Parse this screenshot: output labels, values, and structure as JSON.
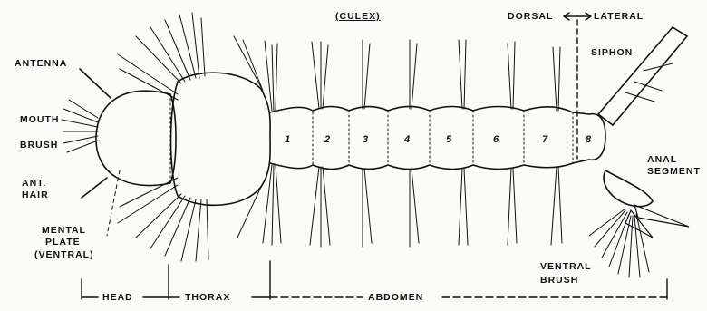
{
  "title": "(CULEX)",
  "labels": {
    "antenna": "ANTENNA",
    "mouth": "MOUTH",
    "brush": "BRUSH",
    "ant": "ANT.",
    "hair": "HAIR",
    "mental": "MENTAL",
    "plate": "PLATE",
    "ventral_paren": "(VENTRAL)",
    "dorsal": "DORSAL",
    "lateral": "LATERAL",
    "siphon": "SIPHON-",
    "anal": "ANAL",
    "segment": "SEGMENT",
    "ventral": "VENTRAL",
    "brush2": "BRUSH"
  },
  "regions": {
    "head": "HEAD",
    "thorax": "THORAX",
    "abdomen": "ABDOMEN"
  },
  "segments": [
    "1",
    "2",
    "3",
    "4",
    "5",
    "6",
    "7",
    "8"
  ],
  "colors": {
    "ink": "#111111",
    "paper": "#fbfbf9"
  }
}
